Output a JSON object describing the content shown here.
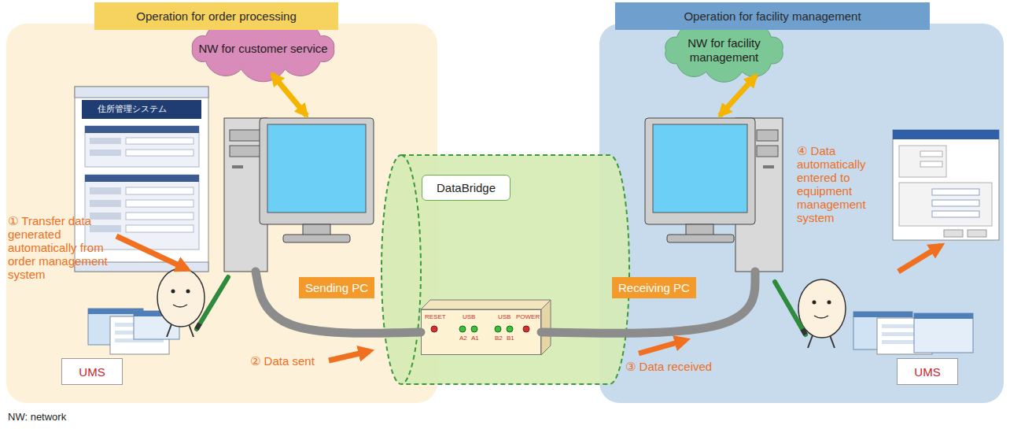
{
  "diagram": {
    "nodes": [
      {
        "text": [
          "Operation for order processing"
        ]
      },
      {
        "text": [
          "NW for customer service"
        ],
        "in": 0
      },
      {
        "text": [
          "Sending PC"
        ],
        "in": 0
      },
      {
        "text": [
          "UMS"
        ],
        "in": 0
      },
      {
        "text": [
          "Operation for facility management"
        ]
      },
      {
        "text": [
          "NW for facility management"
        ],
        "in": 4
      },
      {
        "text": [
          "Receiving PC"
        ],
        "in": 4
      },
      {
        "text": [
          "UMS"
        ],
        "in": 4
      },
      {
        "text": [
          "DataBridge"
        ]
      },
      {
        "text": [
          "RESET",
          "USB",
          "USB",
          "POWER",
          "A2",
          "A1",
          "B2",
          "B1"
        ],
        "in": 8
      }
    ],
    "edges": [
      {
        "from": 1,
        "to": 2,
        "arrow": "both"
      },
      {
        "from": 2,
        "to": 9,
        "arrow": "none"
      },
      {
        "from": 9,
        "to": 6,
        "arrow": "none"
      },
      {
        "from": 5,
        "to": 6,
        "arrow": "both"
      }
    ],
    "labels": [
      "① Transfer data generated automatically from order management system",
      "② Data sent",
      "③ Data received",
      "④ Data automatically entered to equipment management system",
      "住所管理システム",
      "NW: network"
    ]
  }
}
